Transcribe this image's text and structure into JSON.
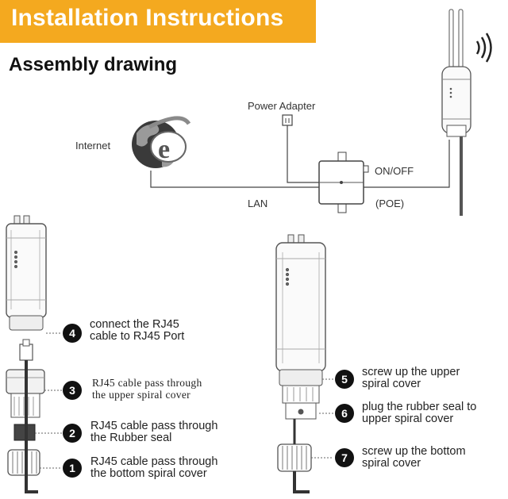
{
  "banner": {
    "title": "Installation Instructions",
    "color": "#f4a91f"
  },
  "subtitle": "Assembly drawing",
  "network": {
    "internet": "Internet",
    "power_adapter": "Power Adapter",
    "on_off": "ON/OFF",
    "lan": "LAN",
    "poe": "(POE)"
  },
  "steps": [
    {
      "number": "1",
      "line1": "RJ45 cable pass through",
      "line2": "the bottom spiral cover"
    },
    {
      "number": "2",
      "line1": "RJ45 cable pass through",
      "line2": "the Rubber seal"
    },
    {
      "number": "3",
      "line1": "RJ45 cable pass through",
      "line2": "the upper spiral cover"
    },
    {
      "number": "4",
      "line1": "connect the RJ45",
      "line2": "cable to RJ45 Port"
    },
    {
      "number": "5",
      "line1": "screw up the upper",
      "line2": "spiral cover"
    },
    {
      "number": "6",
      "line1": "plug the rubber seal to",
      "line2": "upper spiral cover"
    },
    {
      "number": "7",
      "line1": "screw up the bottom",
      "line2": "spiral cover"
    }
  ],
  "icons": {
    "globe": "internet-explorer-globe-icon",
    "wifi": "wifi-signal-icon"
  }
}
